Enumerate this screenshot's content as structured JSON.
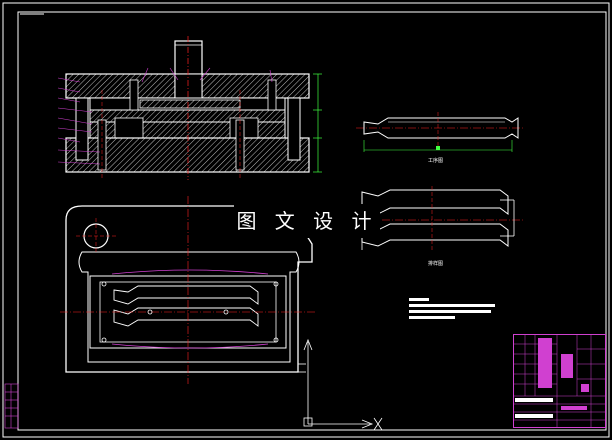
{
  "watermark": "图 文 设 计",
  "views": {
    "process_view_label": "工序图",
    "layout_view_label": "排样图"
  },
  "colors": {
    "background": "#000000",
    "outline": "#ffffff",
    "hatch": "#e0e0e0",
    "centerline": "#ff2020",
    "dimension": "#40ff40",
    "leader": "#d040d0",
    "titleblock": "#d040d0"
  }
}
